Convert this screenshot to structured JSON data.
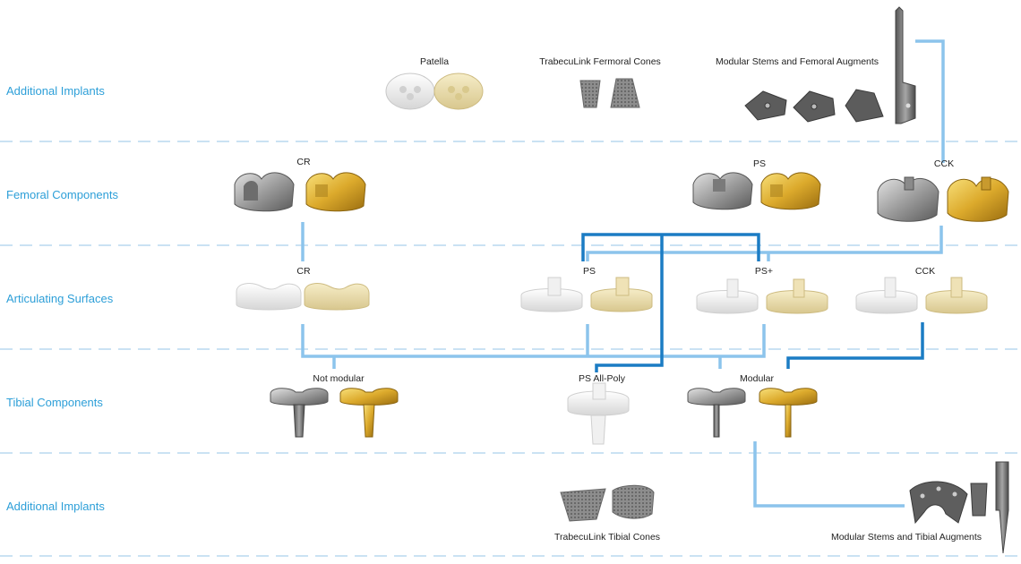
{
  "rows": [
    {
      "label": "Additional Implants"
    },
    {
      "label": "Femoral Components"
    },
    {
      "label": "Articulating Surfaces"
    },
    {
      "label": "Tibial Components"
    },
    {
      "label": "Additional Implants"
    }
  ],
  "captions": {
    "patella": "Patella",
    "fem_cones": "TrabecuLink Fermoral Cones",
    "fem_stems": "Modular Stems and Femoral Augments",
    "fem_cr": "CR",
    "fem_ps": "PS",
    "fem_cck": "CCK",
    "art_cr": "CR",
    "art_ps": "PS",
    "art_psplus": "PS+",
    "art_cck": "CCK",
    "tib_notmod": "Not modular",
    "tib_allpoly": "PS All-Poly",
    "tib_modular": "Modular",
    "tib_cones": "TrabecuLink Tibial Cones",
    "tib_stems": "Modular Stems and Tibial Augments"
  },
  "colors": {
    "label": "#2d9fd8",
    "divider": "#b9d9ef",
    "line_light": "#8cc4ec",
    "line_dark": "#1b7cc4",
    "silver": "#a8a8a8",
    "gold": "#e0b540",
    "white_poly": "#f2f2f2",
    "cream_poly": "#ecdfae"
  },
  "icons": [
    "patella-white-icon",
    "patella-cream-icon",
    "femoral-cone-icon",
    "femoral-augment-icon",
    "femoral-stem-icon",
    "femoral-component-silver-icon",
    "femoral-component-gold-icon",
    "insert-cr-icon",
    "insert-ps-icon",
    "tibial-tray-silver-icon",
    "tibial-tray-gold-icon",
    "all-poly-tibia-icon",
    "tibial-cone-icon",
    "tibial-augment-icon",
    "tibial-stem-icon"
  ]
}
